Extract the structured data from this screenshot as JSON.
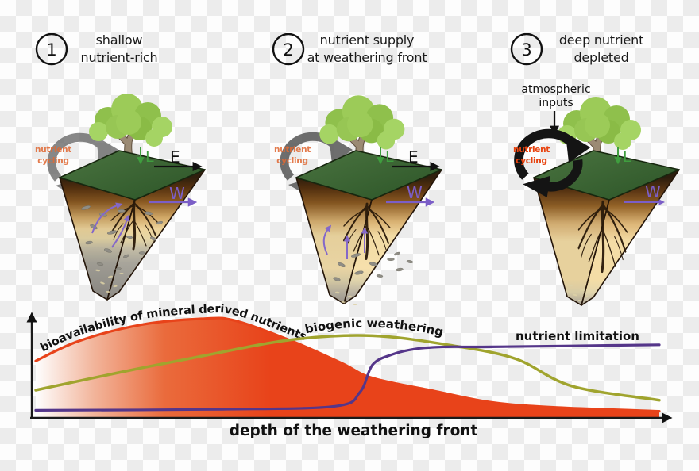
{
  "panels": [
    {
      "number": "1",
      "title_line1": "shallow",
      "title_line2": "nutrient-rich",
      "cycling_line1": "nutrient",
      "cycling_line2": "cycling",
      "litterfall": "L",
      "erosion": "E",
      "weathering": "W"
    },
    {
      "number": "2",
      "title_line1": "nutrient supply",
      "title_line2": "at weathering front",
      "cycling_line1": "nutrient",
      "cycling_line2": "cycling",
      "litterfall": "L",
      "erosion": "E",
      "weathering": "W"
    },
    {
      "number": "3",
      "title_line1": "deep nutrient",
      "title_line2": "depleted",
      "cycling_line1": "nutrient",
      "cycling_line2": "cycling",
      "atmospheric_line1": "atmospheric",
      "atmospheric_line2": "inputs",
      "litterfall": "L",
      "weathering": "W"
    }
  ],
  "chart": {
    "bioavailability_label": "bioavailability of mineral derived nutrients",
    "biogenic_label": "biogenic weathering",
    "limitation_label": "nutrient limitation",
    "x_axis_label": "depth of the weathering front"
  },
  "colors": {
    "bioavailability_fill": "#e8431a",
    "biogenic_line": "#a0a42e",
    "limitation_line": "#55368a",
    "weathering_arrow": "#7b5ec7",
    "litterfall_green": "#3f9e3f",
    "cycling_text_orange": "#e06a35",
    "cycling_text_red": "#e8430f",
    "grass_green": "#3a6434",
    "soil_tan": "#f2dba4",
    "weathered_gray": "#9b9790",
    "checker_gray": "#ececec",
    "checker_white": "#fdfdfd"
  },
  "chart_data": {
    "type": "area",
    "xlabel": "depth of the weathering front",
    "ylim": [
      0,
      1
    ],
    "grid": false,
    "legend_position": "labels-on-curves",
    "series": [
      {
        "name": "bioavailability of mineral derived nutrients",
        "type": "area",
        "color": "#e8431a",
        "x": [
          0,
          0.07,
          0.17,
          0.27,
          0.32,
          0.41,
          0.49,
          0.54,
          0.64,
          0.73,
          0.83,
          1
        ],
        "y": [
          0.55,
          0.75,
          0.91,
          0.97,
          0.95,
          0.75,
          0.53,
          0.38,
          0.25,
          0.14,
          0.09,
          0.05
        ]
      },
      {
        "name": "biogenic weathering",
        "type": "line",
        "color": "#a0a42e",
        "x": [
          0,
          0.13,
          0.26,
          0.41,
          0.54,
          0.67,
          0.77,
          0.86,
          1
        ],
        "y": [
          0.26,
          0.43,
          0.59,
          0.76,
          0.8,
          0.7,
          0.57,
          0.3,
          0.16
        ]
      },
      {
        "name": "nutrient limitation",
        "type": "line",
        "color": "#55368a",
        "x": [
          0,
          0.3,
          0.48,
          0.52,
          0.54,
          0.57,
          0.61,
          0.66,
          0.73,
          1
        ],
        "y": [
          0.06,
          0.07,
          0.1,
          0.24,
          0.51,
          0.61,
          0.67,
          0.69,
          0.69,
          0.71
        ]
      }
    ]
  }
}
